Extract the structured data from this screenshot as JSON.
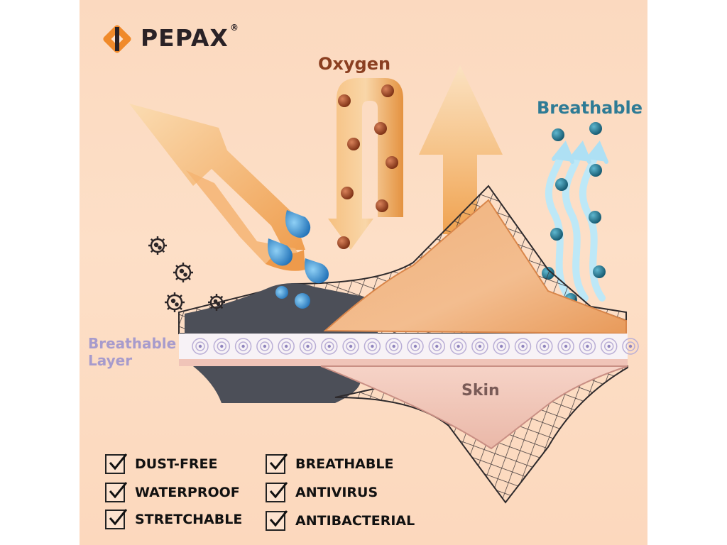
{
  "brand": {
    "name": "PEPAX",
    "registered": "®"
  },
  "labels": {
    "oxygen": "Oxygen",
    "breathable": "Breathable",
    "layer_line1": "Breathable",
    "layer_line2": "Layer",
    "skin": "Skin"
  },
  "features": [
    {
      "label": "DUST-FREE",
      "checked": true
    },
    {
      "label": "WATERPROOF",
      "checked": true
    },
    {
      "label": "STRETCHABLE",
      "checked": true
    },
    {
      "label": "BREATHABLE",
      "checked": true
    },
    {
      "label": "ANTIVIRUS",
      "checked": true
    },
    {
      "label": "ANTIBACTERIAL",
      "checked": true
    }
  ],
  "colors": {
    "background": "#fddcc3",
    "arrow_orange": "#f2a95c",
    "oxygen_molecule": "#8b3a1f",
    "air_molecule": "#2a7f9a",
    "water_drop": "#3a8fd1",
    "breathable_text": "#2e7b95",
    "layer_text": "#a79bcc"
  },
  "icons": [
    "logo-icon",
    "virus-icon",
    "water-drop-icon",
    "checkbox-check-icon"
  ]
}
